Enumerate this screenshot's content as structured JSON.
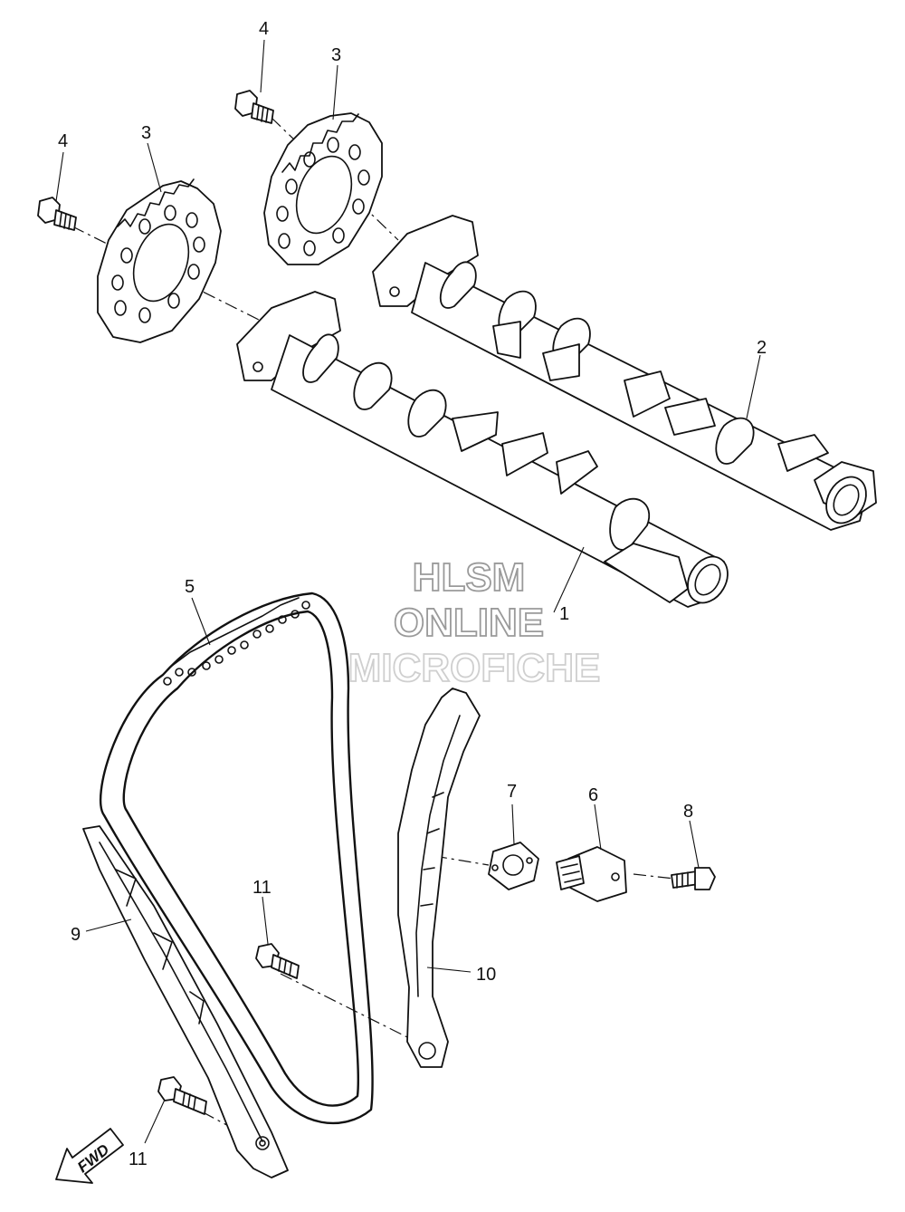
{
  "watermark": {
    "line1": "HLSM",
    "line2": "ONLINE",
    "line3": "MICROFICHE"
  },
  "direction_badge": "FWD",
  "callouts": {
    "c1": "1",
    "c2": "2",
    "c3a": "3",
    "c3b": "3",
    "c4a": "4",
    "c4b": "4",
    "c5": "5",
    "c6": "6",
    "c7": "7",
    "c8": "8",
    "c9": "9",
    "c10": "10",
    "c11a": "11",
    "c11b": "11"
  }
}
